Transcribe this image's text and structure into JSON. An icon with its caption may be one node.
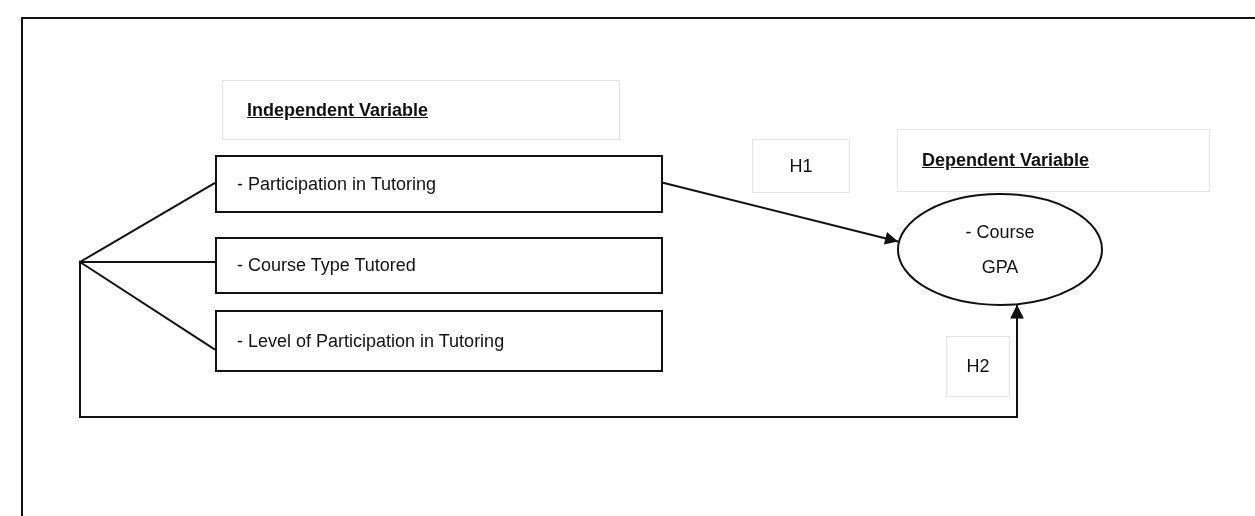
{
  "diagram": {
    "nodes": [
      {
        "text": [
          "Independent Variable"
        ]
      },
      {
        "text": [
          "- Participation in Tutoring"
        ]
      },
      {
        "text": [
          "- Course Type Tutored"
        ]
      },
      {
        "text": [
          "- Level of Participation in Tutoring"
        ]
      },
      {
        "text": [
          "H1"
        ]
      },
      {
        "text": [
          "Dependent Variable"
        ]
      },
      {
        "text": [
          "- Course GPA"
        ]
      },
      {
        "text": [
          "H2"
        ]
      }
    ],
    "edges": [
      {
        "from": 1,
        "to": 6,
        "arrow": "to"
      },
      {
        "from": 1,
        "to": 6,
        "arrow": "to"
      },
      {
        "from": 2,
        "to": 6,
        "arrow": "to"
      },
      {
        "from": 3,
        "to": 6,
        "arrow": "to"
      }
    ]
  }
}
